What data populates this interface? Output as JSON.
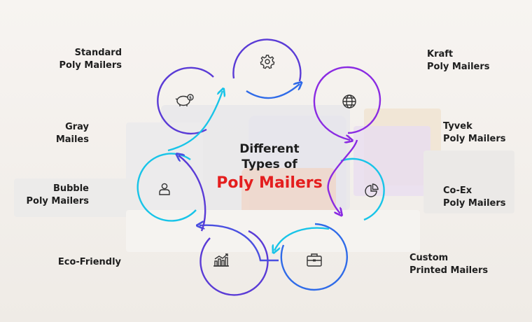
{
  "title": {
    "line1": "Different",
    "line2": "Types of",
    "line3": "Poly Mailers"
  },
  "labels": {
    "standard": [
      "Standard",
      "Poly Mailers"
    ],
    "gray": [
      "Gray",
      "Mailes"
    ],
    "bubble": [
      "Bubble",
      "Poly Mailers"
    ],
    "eco": [
      "Eco-Friendly"
    ],
    "kraft": [
      "Kraft",
      "Poly Mailers"
    ],
    "tyvek": [
      "Tyvek",
      "Poly Mailers"
    ],
    "coex": [
      "Co-Ex",
      "Poly Mailers"
    ],
    "custom": [
      "Custom",
      "Printed Mailers"
    ]
  },
  "icons": {
    "top": "gear-icon",
    "upper_right": "globe-icon",
    "right": "pie-chart-icon",
    "lower_right": "briefcase-icon",
    "lower_left": "bar-chart-icon",
    "left": "user-icon",
    "upper_left": "piggy-bank-icon"
  },
  "colors": {
    "title_accent": "#e41e1e",
    "ring_blue": "#2f6be8",
    "ring_purple": "#8a2be2",
    "ring_cyan": "#18c4e8",
    "ring_indigo": "#5a3bd6"
  }
}
